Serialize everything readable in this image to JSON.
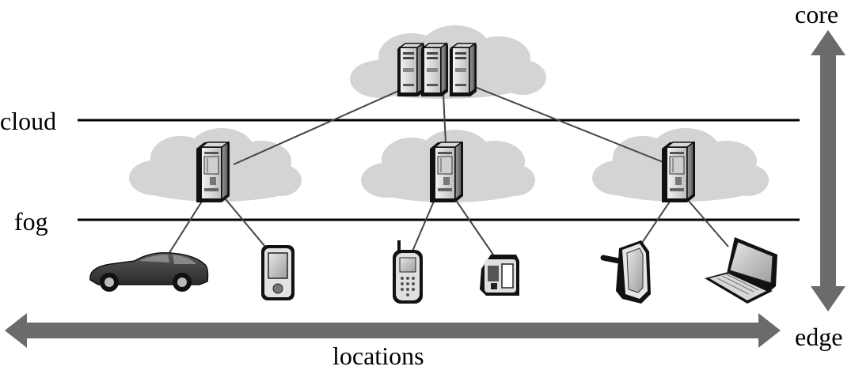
{
  "labels": {
    "core": "core",
    "cloud": "cloud",
    "fog": "fog",
    "edge": "edge",
    "locations": "locations"
  },
  "tiers": [
    {
      "name": "cloud",
      "nodes": [
        {
          "id": "cloud-servers",
          "type": "server-cluster",
          "icon": "server-rack-icon"
        }
      ]
    },
    {
      "name": "fog",
      "nodes": [
        {
          "id": "fog-1",
          "type": "server",
          "icon": "server-icon"
        },
        {
          "id": "fog-2",
          "type": "server",
          "icon": "server-icon"
        },
        {
          "id": "fog-3",
          "type": "server",
          "icon": "server-icon"
        }
      ]
    },
    {
      "name": "edge",
      "nodes": [
        {
          "id": "car",
          "type": "device",
          "icon": "car-icon",
          "parent": "fog-1"
        },
        {
          "id": "pda",
          "type": "device",
          "icon": "pda-icon",
          "parent": "fog-1"
        },
        {
          "id": "phone",
          "type": "device",
          "icon": "mobile-phone-icon",
          "parent": "fog-2"
        },
        {
          "id": "camera",
          "type": "device",
          "icon": "camcorder-icon",
          "parent": "fog-2"
        },
        {
          "id": "tablet",
          "type": "device",
          "icon": "tablet-icon",
          "parent": "fog-3"
        },
        {
          "id": "laptop",
          "type": "device",
          "icon": "laptop-icon",
          "parent": "fog-3"
        }
      ]
    }
  ],
  "connections": [
    [
      "cloud-servers",
      "fog-1"
    ],
    [
      "cloud-servers",
      "fog-2"
    ],
    [
      "cloud-servers",
      "fog-3"
    ]
  ],
  "colors": {
    "arrow": "#6b6b6b",
    "cloud_fill": "#d4d4d4",
    "line": "#000000",
    "link": "#444444"
  }
}
